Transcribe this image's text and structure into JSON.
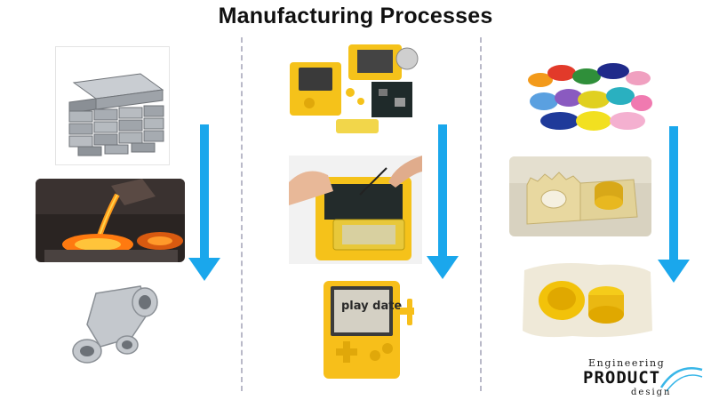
{
  "title": "Manufacturing Processes",
  "colors": {
    "arrow": "#1aa7ec",
    "divider": "#b9b9c8",
    "logo_accent": "#38b6e8"
  },
  "columns": [
    {
      "steps": [
        {
          "image": "aluminium-ingots-image"
        },
        {
          "image": "molten-metal-pouring-image"
        },
        {
          "image": "cast-metal-part-image"
        }
      ]
    },
    {
      "steps": [
        {
          "image": "disassembled-console-parts-image"
        },
        {
          "image": "hand-assembly-image"
        },
        {
          "image": "playdate-console-image",
          "printed_text": "play date"
        }
      ]
    },
    {
      "steps": [
        {
          "image": "plastic-pellets-image"
        },
        {
          "image": "injection-mold-image"
        },
        {
          "image": "bottle-caps-image"
        }
      ]
    }
  ],
  "logo": {
    "line1": "Engineering",
    "line2": "PRODUCT",
    "line3": "design"
  }
}
